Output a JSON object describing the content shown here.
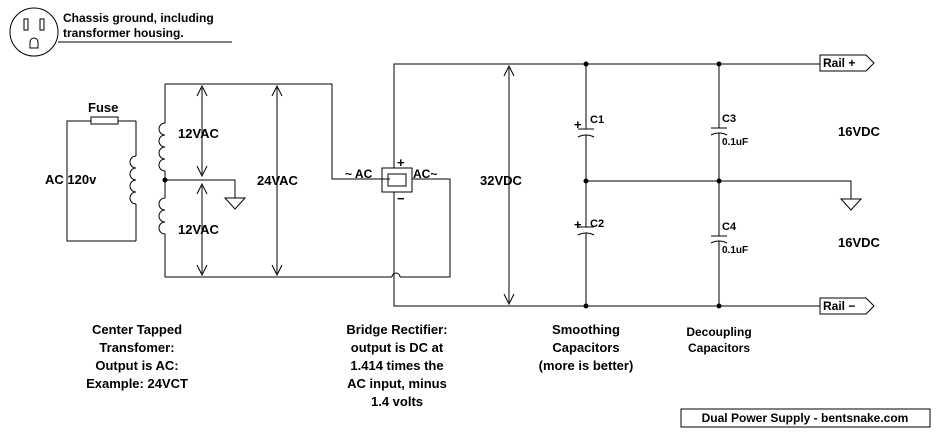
{
  "chassis": {
    "line1": "Chassis ground, including",
    "line2": "transformer housing."
  },
  "transformer": {
    "fuse": "Fuse",
    "ac_in": "AC 120v",
    "top_secondary": "12VAC",
    "bottom_secondary": "12VAC",
    "full_secondary": "24VAC",
    "caption": [
      "Center Tapped",
      "Transfomer:",
      "Output is AC:",
      "Example: 24VCT"
    ]
  },
  "rectifier": {
    "ac_left": "~ AC",
    "ac_right": "AC~",
    "plus": "+",
    "minus": "−",
    "caption": [
      "Bridge Rectifier:",
      "output is DC at",
      "1.414 times the",
      "AC input, minus",
      "1.4 volts"
    ]
  },
  "dc_voltage": "32VDC",
  "smoothing": {
    "c1": "C1",
    "c2": "C2",
    "caption": [
      "Smoothing",
      "Capacitors",
      "(more is better)"
    ]
  },
  "decoupling": {
    "c3": "C3",
    "c3_value": "0.1uF",
    "c4": "C4",
    "c4_value": "0.1uF",
    "caption": [
      "Decoupling",
      "Capacitors"
    ]
  },
  "rails": {
    "positive": "Rail +",
    "negative": "Rail −",
    "top_voltage": "16VDC",
    "bottom_voltage": "16VDC"
  },
  "footer": "Dual Power Supply - bentsnake.com"
}
